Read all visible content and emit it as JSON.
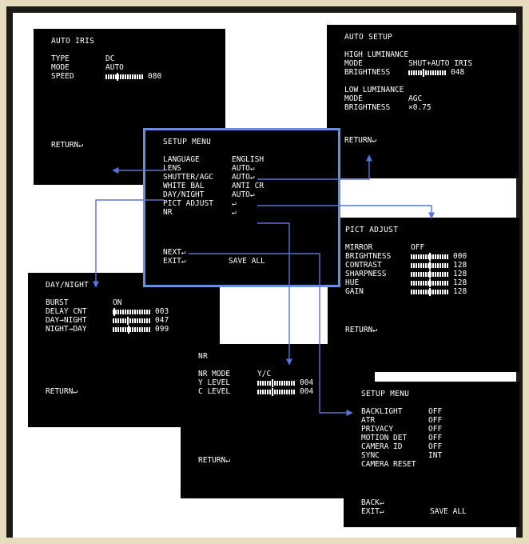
{
  "auto_iris": {
    "title": "AUTO IRIS",
    "rows": [
      {
        "label": "TYPE",
        "value": "DC"
      },
      {
        "label": "MODE",
        "value": "AUTO"
      },
      {
        "label": "SPEED",
        "value": "080",
        "level": 0.3
      }
    ],
    "return": "RETURN↵"
  },
  "auto_setup": {
    "title": "AUTO SETUP",
    "high_title": "HIGH LUMINANCE",
    "high_rows": [
      {
        "label": "MODE",
        "value": "SHUT+AUTO IRIS"
      },
      {
        "label": "BRIGHTNESS",
        "value": "048",
        "level": 0.4
      }
    ],
    "low_title": "LOW LUMINANCE",
    "low_rows": [
      {
        "label": "MODE",
        "value": "AGC"
      },
      {
        "label": "BRIGHTNESS",
        "value": "×0.75"
      }
    ],
    "return": "RETURN↵"
  },
  "setup_menu": {
    "title": "SETUP MENU",
    "rows": [
      {
        "label": "LANGUAGE",
        "value": "ENGLISH"
      },
      {
        "label": "LENS",
        "value": "AUTO↵"
      },
      {
        "label": "SHUTTER/AGC",
        "value": "AUTO↵"
      },
      {
        "label": "WHITE BAL",
        "value": "ANTI CR"
      },
      {
        "label": "DAY/NIGHT",
        "value": "AUTO↵"
      },
      {
        "label": "PICT ADJUST",
        "value": "↵"
      },
      {
        "label": "NR",
        "value": "↵"
      }
    ],
    "next": "NEXT↵",
    "exit": "EXIT↵",
    "save_all": "SAVE ALL"
  },
  "pict_adjust": {
    "title": "PICT ADJUST",
    "rows": [
      {
        "label": "MIRROR",
        "value": "OFF"
      },
      {
        "label": "BRIGHTNESS",
        "value": "000",
        "level": 0.5
      },
      {
        "label": "CONTRAST",
        "value": "128",
        "level": 0.5
      },
      {
        "label": "SHARPNESS",
        "value": "128",
        "level": 0.5
      },
      {
        "label": "HUE",
        "value": "128",
        "level": 0.5
      },
      {
        "label": "GAIN",
        "value": "128",
        "level": 0.5
      }
    ],
    "return": "RETURN↵"
  },
  "day_night": {
    "title": "DAY/NIGHT",
    "rows": [
      {
        "label": "BURST",
        "value": "ON"
      },
      {
        "label": "DELAY CNT",
        "value": "003",
        "level": 0.02
      },
      {
        "label": "DAY→NIGHT",
        "value": "047",
        "level": 0.4
      },
      {
        "label": "NIGHT→DAY",
        "value": "099",
        "level": 0.42
      }
    ],
    "return": "RETURN↵"
  },
  "nr": {
    "title": "NR",
    "rows": [
      {
        "label": "NR MODE",
        "value": "Y/C"
      },
      {
        "label": "Y LEVEL",
        "value": "004",
        "level": 0.4
      },
      {
        "label": "C LEVEL",
        "value": "004",
        "level": 0.4
      }
    ],
    "return": "RETURN↵"
  },
  "setup_menu_2": {
    "title": "SETUP MENU",
    "rows": [
      {
        "label": "BACKLIGHT",
        "value": "OFF"
      },
      {
        "label": "ATR",
        "value": "OFF"
      },
      {
        "label": "PRIVACY",
        "value": "OFF"
      },
      {
        "label": "MOTION DET",
        "value": "OFF"
      },
      {
        "label": "CAMERA ID",
        "value": "OFF"
      },
      {
        "label": "SYNC",
        "value": "INT"
      },
      {
        "label": "CAMERA RESET",
        "value": ""
      }
    ],
    "back": "BACK↵",
    "exit": "EXIT↵",
    "save_all": "SAVE ALL"
  },
  "colors": {
    "arrow": "#5b72d8",
    "panel_bg": "#000000",
    "panel_text": "#ffffff",
    "highlight_border": "#6a8ed8"
  }
}
